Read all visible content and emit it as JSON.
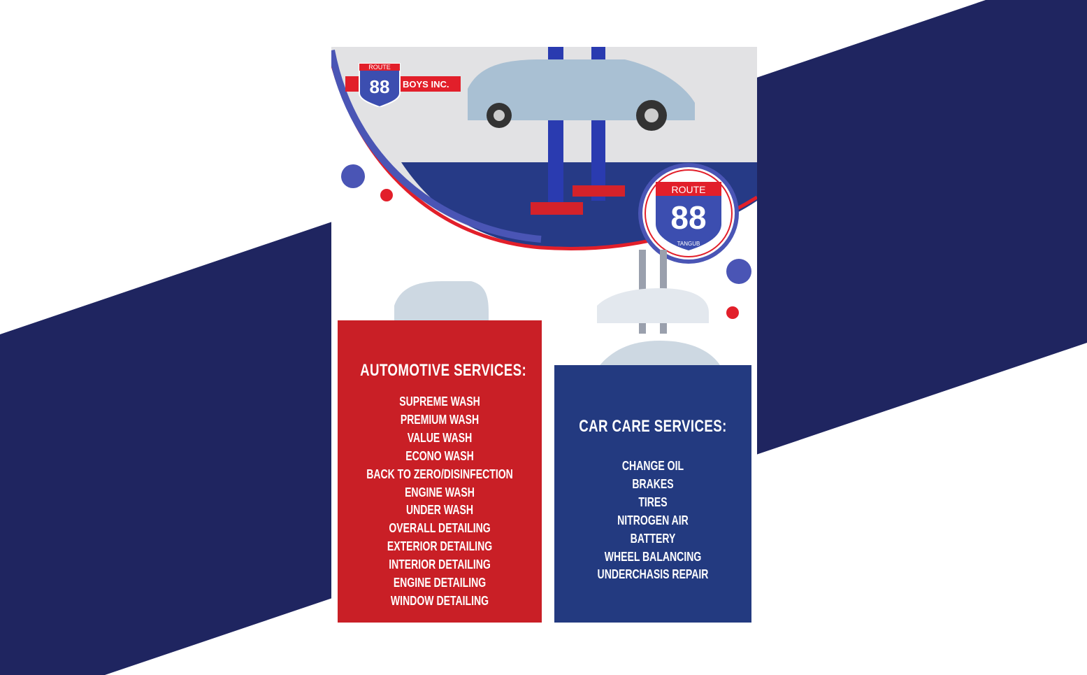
{
  "brand": {
    "route": "ROUTE",
    "number": "88",
    "name": "BOYS INC.",
    "location": "TANGUB"
  },
  "automotive": {
    "title": "AUTOMOTIVE SERVICES:",
    "items": [
      "SUPREME WASH",
      "PREMIUM WASH",
      "VALUE WASH",
      "ECONO WASH",
      "BACK TO ZERO/DISINFECTION",
      "ENGINE WASH",
      "UNDER WASH",
      "OVERALL DETAILING",
      "EXTERIOR DETAILING",
      "INTERIOR DETAILING",
      "ENGINE DETAILING",
      "WINDOW DETAILING"
    ]
  },
  "carcare": {
    "title": "CAR CARE SERVICES:",
    "items": [
      "CHANGE OIL",
      "BRAKES",
      "TIRES",
      "NITROGEN AIR",
      "BATTERY",
      "WHEEL BALANCING",
      "UNDERCHASIS REPAIR"
    ]
  },
  "colors": {
    "navy": "#1f2560",
    "red": "#c91f26",
    "blue": "#233a80",
    "accent": "#4a55b5"
  }
}
